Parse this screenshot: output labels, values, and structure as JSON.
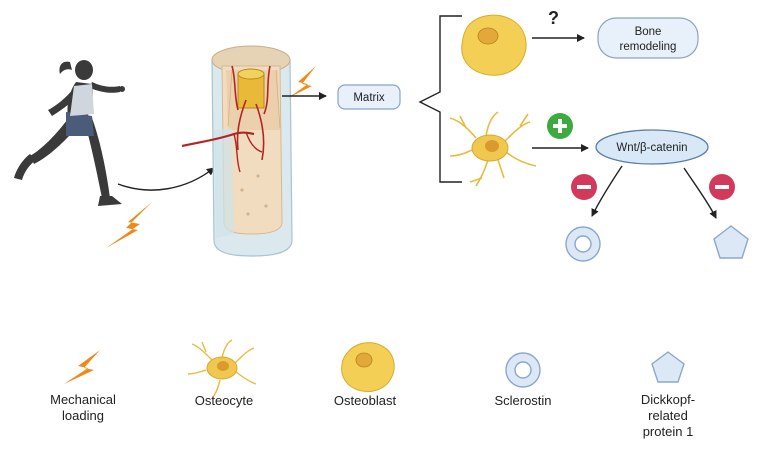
{
  "nodes": {
    "matrix": "Matrix",
    "bone_remodeling": [
      "Bone",
      "remodeling"
    ],
    "wnt": "Wnt/β-catenin",
    "unknown_mark": "?"
  },
  "legend": [
    {
      "key": "mechanical_loading",
      "lines": [
        "Mechanical",
        "loading"
      ]
    },
    {
      "key": "osteocyte",
      "lines": [
        "Osteocyte"
      ]
    },
    {
      "key": "osteoblast",
      "lines": [
        "Osteoblast"
      ]
    },
    {
      "key": "sclerostin",
      "lines": [
        "Sclerostin"
      ]
    },
    {
      "key": "dkk1",
      "lines": [
        "Dickkopf-",
        "related",
        "protein 1"
      ]
    }
  ],
  "colors": {
    "lightning": "#f0891a",
    "osteoblast": "#f3cf55",
    "osteocyte": "#f0c850",
    "node_fill": "#e8f0fa",
    "node_stroke": "#8aa4c4",
    "wnt_fill": "#d9e8f6",
    "plus": "#3caa3c",
    "minus": "#d23a5c",
    "shape_fill": "#dce8f6",
    "shape_stroke": "#8aa8cc",
    "runner": "#3a3a3a",
    "bone": "#f2dcc0"
  },
  "icons": {
    "runner": "running-person-icon",
    "lightning": "lightning-bolt-icon",
    "bone": "bone-cross-section-icon",
    "osteoblast": "osteoblast-cell-icon",
    "osteocyte": "osteocyte-cell-icon",
    "plus": "plus-circle-icon",
    "minus": "minus-circle-icon",
    "sclerostin": "ring-icon",
    "dkk1": "pentagon-icon"
  }
}
